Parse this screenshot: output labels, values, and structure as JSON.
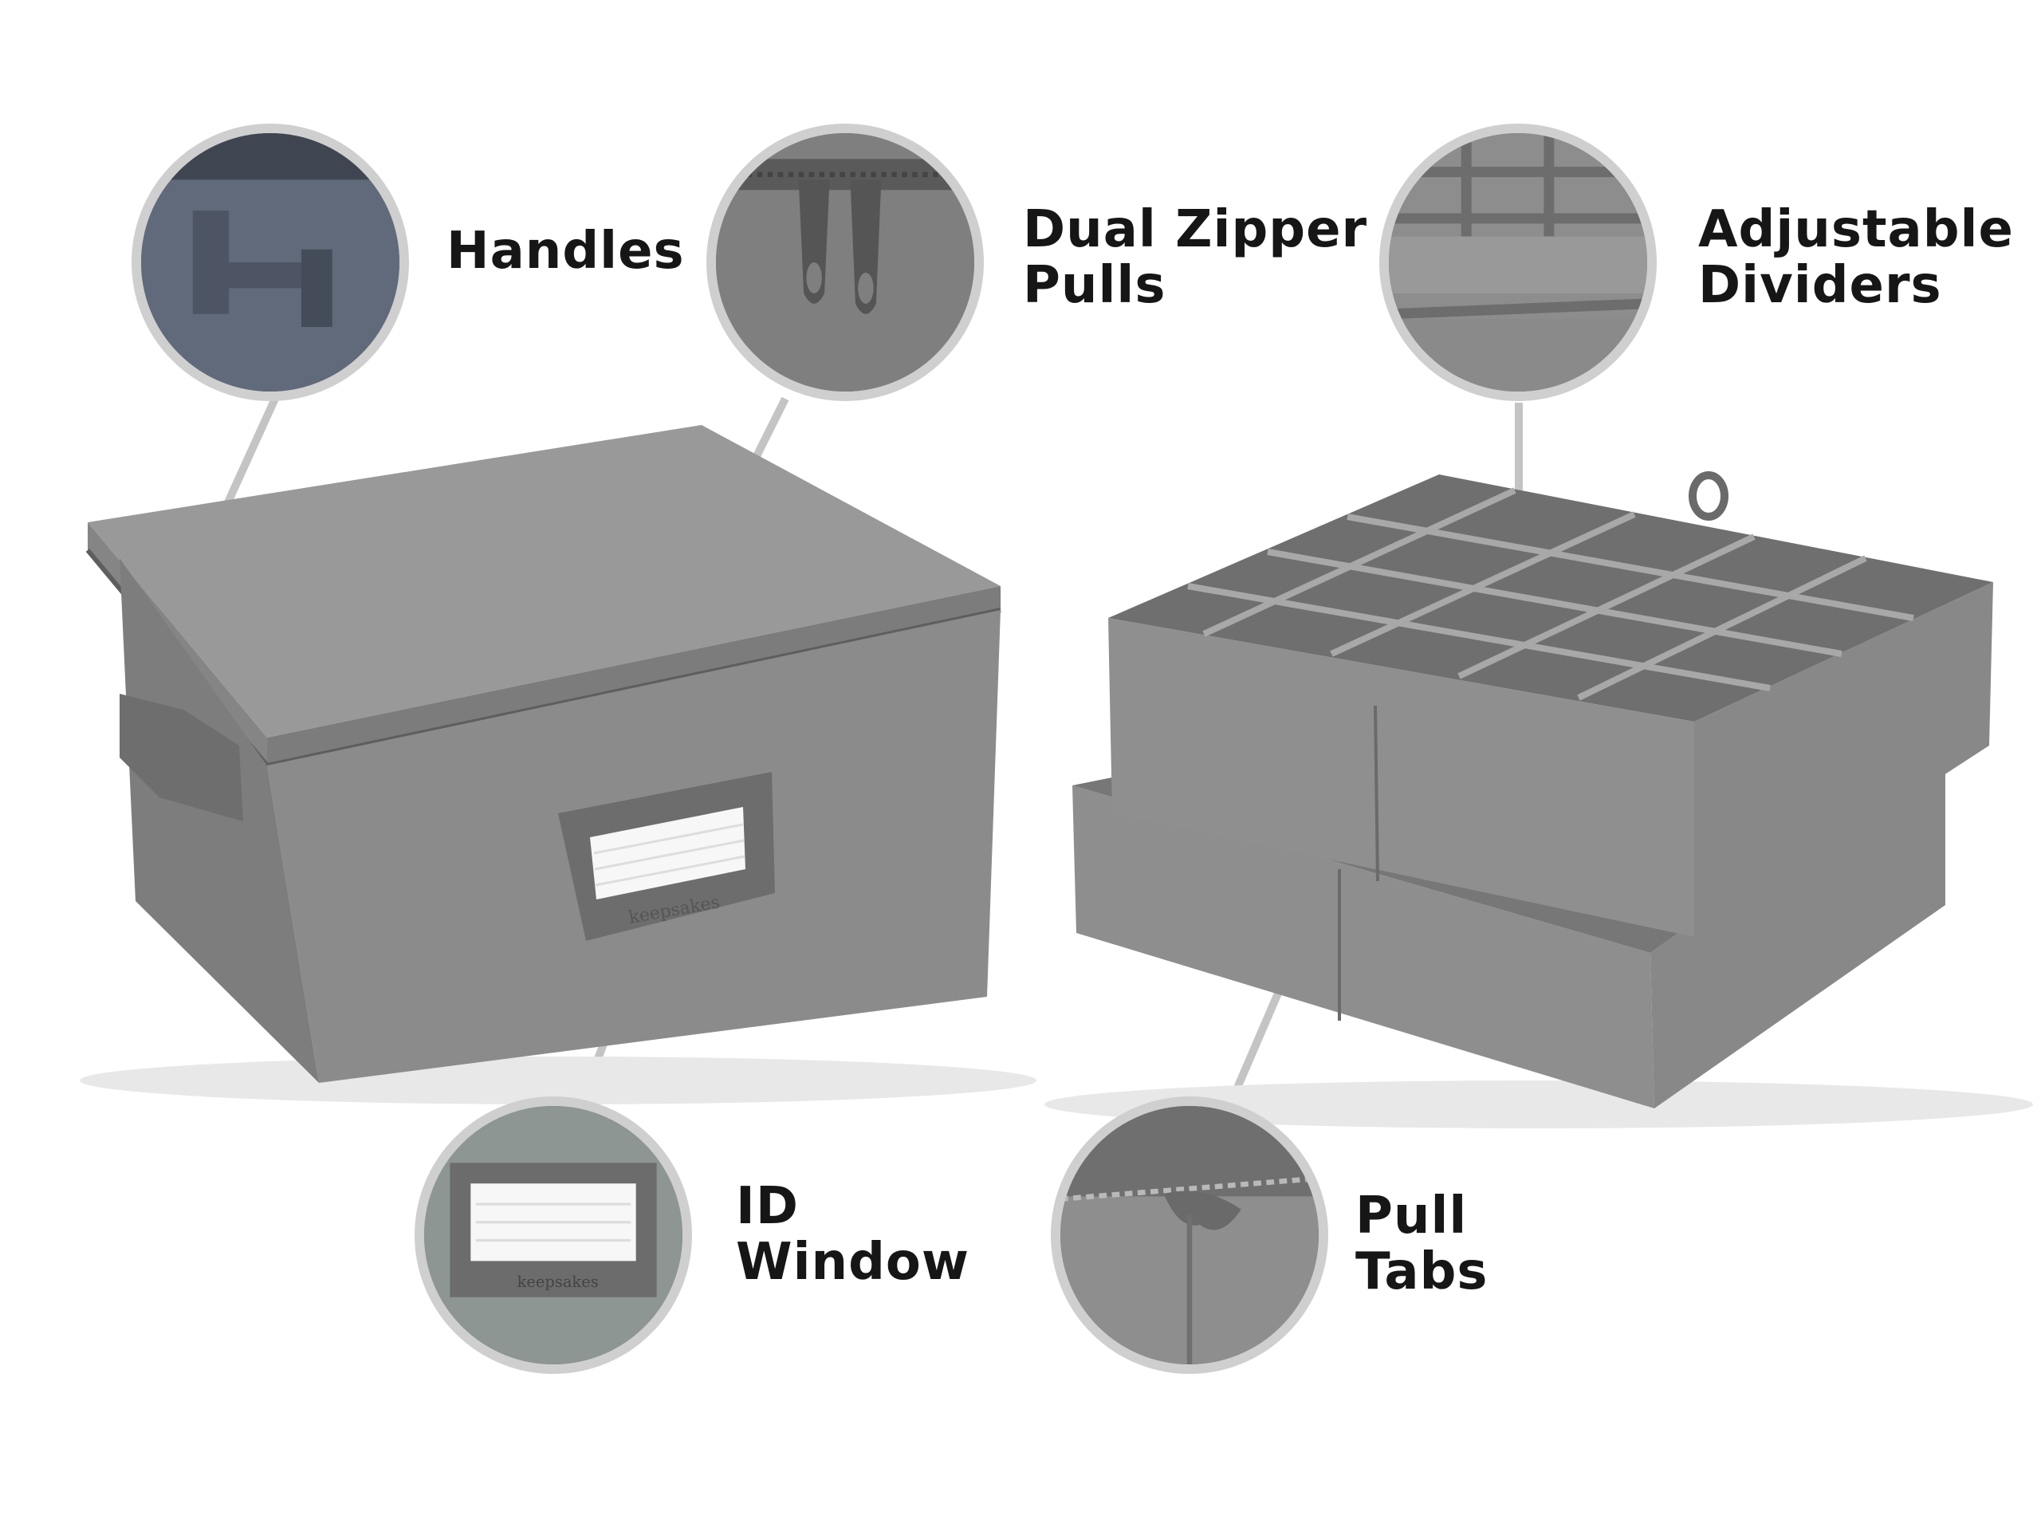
{
  "callouts": {
    "handles": {
      "lines": [
        "Handles"
      ],
      "icon": "handle-closeup"
    },
    "zipper": {
      "lines": [
        "Dual Zipper",
        "Pulls"
      ],
      "icon": "zipper-closeup"
    },
    "dividers": {
      "lines": [
        "Adjustable",
        "Dividers"
      ],
      "icon": "dividers-closeup"
    },
    "id_window": {
      "lines": [
        "ID",
        "Window"
      ],
      "icon": "id-window-closeup"
    },
    "pull_tabs": {
      "lines": [
        "Pull",
        "Tabs"
      ],
      "icon": "pull-tab-closeup"
    }
  },
  "product": {
    "label_brand": "keepsakes",
    "fabric_color": "#8a8a8a",
    "line_color": "#c4c4c4"
  }
}
